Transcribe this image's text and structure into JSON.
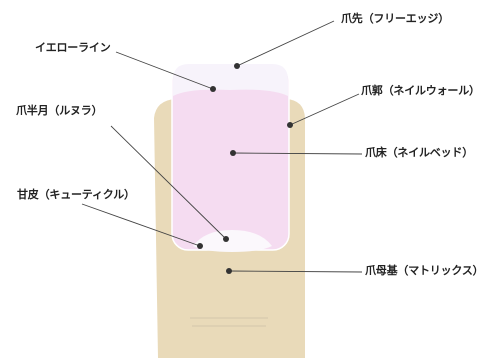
{
  "labels": {
    "free_edge": "爪先（フリーエッジ）",
    "yellow_line": "イエローライン",
    "nail_wall": "爪郭（ネイルウォール）",
    "lunula": "爪半月（ルヌラ）",
    "nail_bed": "爪床（ネイルベッド）",
    "cuticle": "甘皮（キューティクル）",
    "matrix": "爪母基（マトリックス）"
  },
  "colors": {
    "finger": "#e9dab9",
    "nail_plate": "#f5dcf1",
    "free_edge": "#f7f3fb",
    "lunula": "#fbf8fc",
    "leader_line": "#444444",
    "dot": "#333333",
    "finger_crease": "#d2c6ab"
  }
}
